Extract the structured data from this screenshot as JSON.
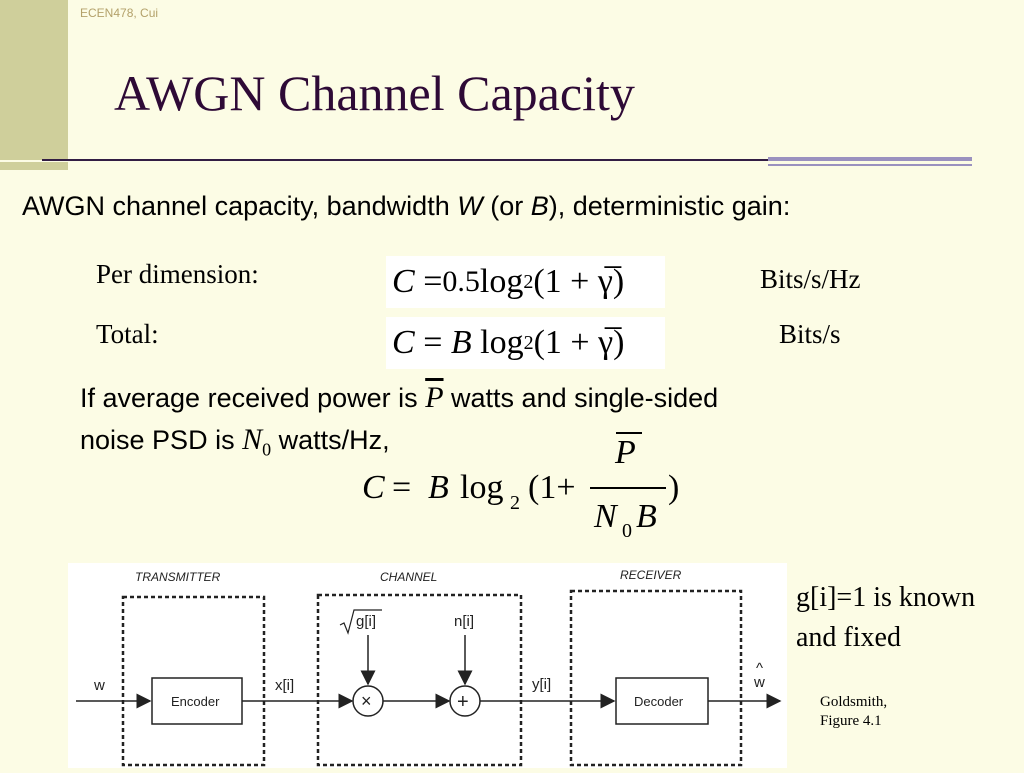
{
  "header_note": "ECEN478, Cui",
  "title": "AWGN Channel Capacity",
  "intro": {
    "part1": "AWGN channel capacity, bandwidth ",
    "var_w": "W",
    "part2": " (or ",
    "var_b": "B",
    "part3": "), deterministic gain:"
  },
  "per_dimension": {
    "label": "Per dimension:",
    "formula_c": "C",
    "formula_eq": "=",
    "formula_coef": "0.5",
    "formula_log": "log",
    "formula_sub": "2",
    "formula_arg": "(1 + γ̅)",
    "unit": "Bits/s/Hz"
  },
  "total": {
    "label": "Total:",
    "formula_c": "C",
    "formula_eq": "=",
    "formula_coef": "B",
    "formula_log": "log",
    "formula_sub": "2",
    "formula_arg": "(1 + γ̅)",
    "unit": "Bits/s"
  },
  "paragraph": {
    "line1_a": "If average received power is ",
    "power_symbol": "P",
    "line1_b": " watts and single-sided",
    "line2_a": "noise PSD is ",
    "noise_symbol": "N",
    "noise_sub": "0",
    "line2_b": " watts/Hz,"
  },
  "main_equation": {
    "c": "C",
    "eq": "=",
    "b": "B",
    "log": "log",
    "sub": "2",
    "open": "(1+",
    "numerator": "P",
    "denominator_n": "N",
    "denominator_sub": "0",
    "denominator_b": "B",
    "close": ")"
  },
  "diagram": {
    "transmitter_label": "TRANSMITTER",
    "channel_label": "CHANNEL",
    "receiver_label": "RECEIVER",
    "input": "w",
    "encoder": "Encoder",
    "tx_signal": "x[i]",
    "gain": "g[i]",
    "noise": "n[i]",
    "multiply": "×",
    "add": "+",
    "rx_signal": "y[i]",
    "decoder": "Decoder",
    "output": "w",
    "output_hat": "^"
  },
  "note": {
    "line1": "g[i]=1 is known",
    "line2": "and fixed"
  },
  "citation": {
    "line1": "Goldsmith,",
    "line2": "Figure 4.1"
  },
  "colors": {
    "background": "#fcfce5",
    "title": "#2e0a36",
    "accent_bar": "#cfcf9b",
    "rule_accent": "#9a91bf"
  }
}
